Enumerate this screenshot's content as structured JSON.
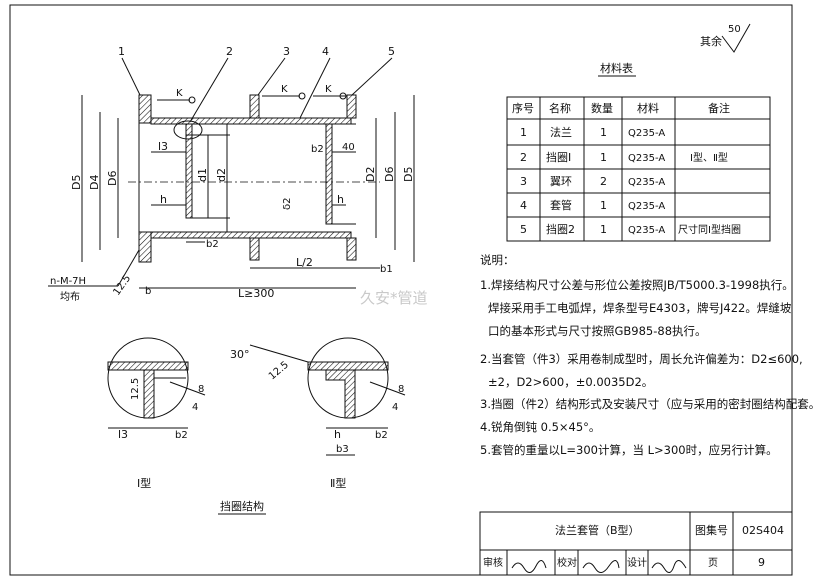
{
  "roughness": {
    "label": "其余",
    "value": "50"
  },
  "callouts": [
    "1",
    "2",
    "3",
    "4",
    "5"
  ],
  "weld_symbol": "K",
  "dimensions": {
    "D5": "D5",
    "D4": "D4",
    "D6": "D6",
    "d1": "d1",
    "d2": "d2",
    "D2": "D2",
    "b2": "b2",
    "l3": "l3",
    "h": "h",
    "forty": "40",
    "delta2": "δ2",
    "b1": "b1",
    "b": "b",
    "L2": "L/2",
    "L": "L≥300",
    "twelve_five": "12.5",
    "nm7h": "n-M-7H",
    "junbu": "均布",
    "thirty": "30°",
    "b3": "b3",
    "eight": "8",
    "four": "4"
  },
  "materials": {
    "title": "材料表",
    "headers": [
      "序号",
      "名称",
      "数量",
      "材料",
      "备注"
    ],
    "rows": [
      [
        "1",
        "法兰",
        "1",
        "Q235-A",
        ""
      ],
      [
        "2",
        "挡圈Ⅰ",
        "1",
        "Q235-A",
        "Ⅰ型、Ⅱ型"
      ],
      [
        "3",
        "翼环",
        "2",
        "Q235-A",
        ""
      ],
      [
        "4",
        "套管",
        "1",
        "Q235-A",
        ""
      ],
      [
        "5",
        "挡圈2",
        "1",
        "Q235-A",
        "尺寸同Ⅰ型挡圈"
      ]
    ]
  },
  "notes": {
    "heading": "说明：",
    "lines": [
      "1.焊接结构尺寸公差与形位公差按照JB/T5000.3-1998执行。",
      "焊接采用手工电弧焊，焊条型号E4303，牌号J422。焊缝坡",
      "口的基本形式与尺寸按照GB985-88执行。",
      "2.当套管（件3）采用卷制成型时，周长允许偏差为：D2≤600,",
      "±2，D2>600，±0.0035D2。",
      "3.挡圈（件2）结构形式及安装尺寸（应与采用的密封圈结构配套。",
      "4.锐角倒钝 0.5×45°。",
      "5.套管的重量以L=300计算，当 L>300时，应另行计算。"
    ]
  },
  "details": {
    "type1": "Ⅰ型",
    "type2": "Ⅱ型",
    "caption": "挡圈结构"
  },
  "watermark": "久安*管道",
  "title_block": {
    "title": "法兰套管（B型）",
    "atlas_label": "图集号",
    "atlas_no": "02S404",
    "review": "审核",
    "check": "校对",
    "design": "设计",
    "page_label": "页",
    "page_no": "9"
  }
}
